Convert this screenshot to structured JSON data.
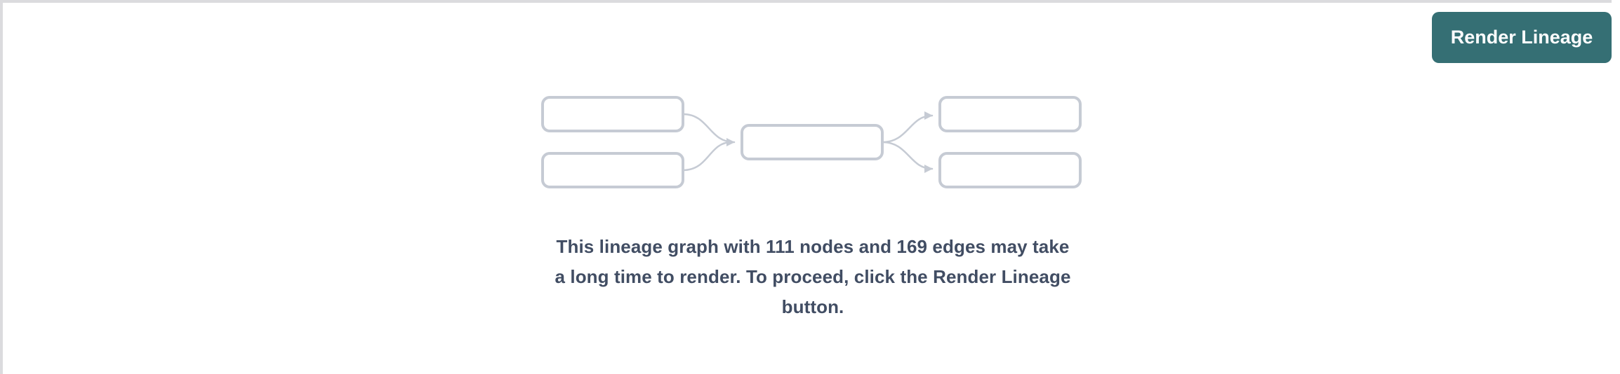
{
  "toolbar": {
    "render_button_label": "Render Lineage"
  },
  "message": {
    "full_text": "This lineage graph with 111 nodes and 169 edges may take a long time to render. To proceed, click the Render Lineage button.",
    "lines": [
      "This lineage graph with 111 nodes and 169 edges may take",
      "a long time to render. To proceed, click the Render Lineage",
      "button."
    ],
    "node_count": "111",
    "edge_count": "169"
  },
  "placeholder_graph": {
    "upstream_node_count": 2,
    "center_node_count": 1,
    "downstream_node_count": 2,
    "edge_count": 4
  },
  "colors": {
    "button_bg": "#356F74",
    "button_text": "#FFFFFF",
    "node_border": "#C6CBD4",
    "edge": "#C6CBD4",
    "message_text": "#414D63",
    "panel_border": "#DBDBDE"
  }
}
